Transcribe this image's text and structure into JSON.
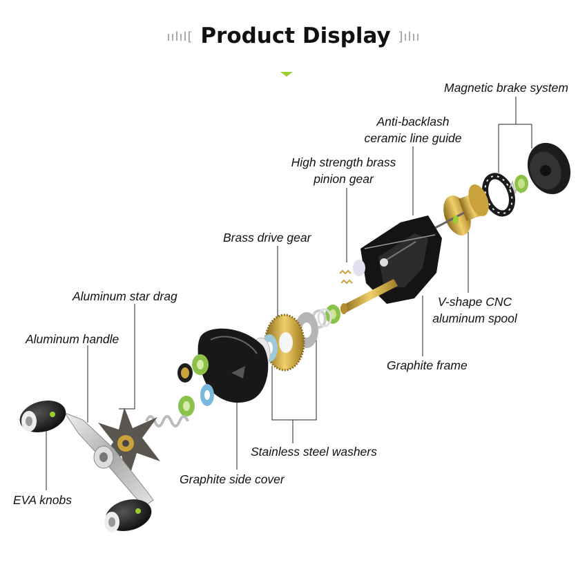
{
  "header": {
    "title": "Product Display",
    "deco_left": "ıılıl[",
    "deco_right": "]ılıı"
  },
  "colors": {
    "accent": "#9acd32",
    "frame": "#1b1b1b",
    "brass": "#c9a23c",
    "silver": "#cfcfcf"
  },
  "labels": {
    "magnetic_brake": "Magnetic brake system",
    "anti_backlash_1": "Anti-backlash",
    "anti_backlash_2": "ceramic line guide",
    "pinion_1": "High strength brass",
    "pinion_2": "pinion gear",
    "drive_gear": "Brass drive gear",
    "star_drag": "Aluminum star drag",
    "handle": "Aluminum handle",
    "spool_1": "V-shape CNC",
    "spool_2": "aluminum spool",
    "frame": "Graphite frame",
    "washers": "Stainless steel washers",
    "side_cover": "Graphite side cover",
    "knobs": "EVA knobs"
  }
}
